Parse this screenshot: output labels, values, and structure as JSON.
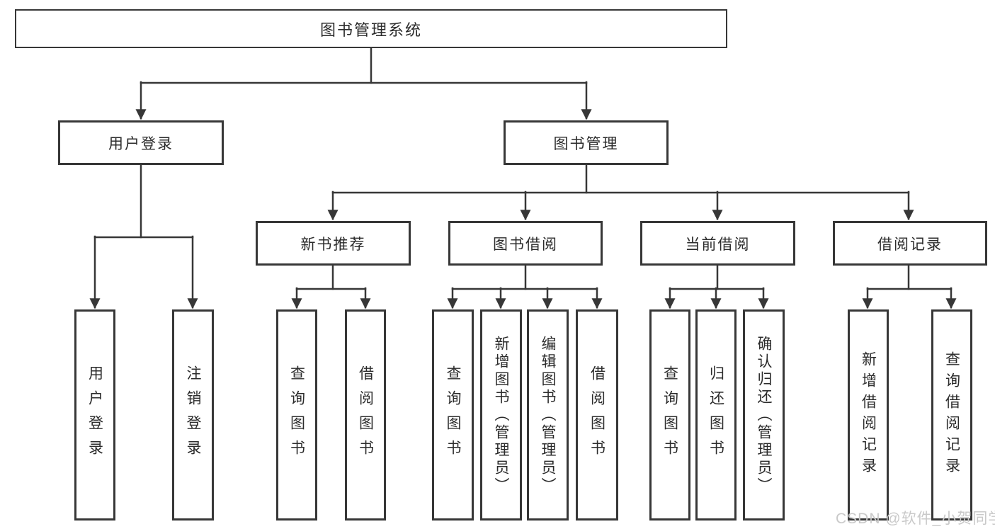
{
  "diagram": {
    "title": "图书管理系统",
    "type": "hierarchy-tree",
    "nodes": [
      {
        "id": "root",
        "label": "图书管理系统",
        "level": 1,
        "parent": null
      },
      {
        "id": "user-login",
        "label": "用户登录",
        "level": 2,
        "parent": "root"
      },
      {
        "id": "book-management",
        "label": "图书管理",
        "level": 2,
        "parent": "root"
      },
      {
        "id": "new-book-recommend",
        "label": "新书推荐",
        "level": 3,
        "parent": "book-management"
      },
      {
        "id": "book-borrow",
        "label": "图书借阅",
        "level": 3,
        "parent": "book-management"
      },
      {
        "id": "current-borrow",
        "label": "当前借阅",
        "level": 3,
        "parent": "book-management"
      },
      {
        "id": "borrow-records",
        "label": "借阅记录",
        "level": 3,
        "parent": "book-management"
      },
      {
        "id": "leaf-user-login",
        "label": "用户登录",
        "level": 4,
        "parent": "user-login"
      },
      {
        "id": "leaf-logout",
        "label": "注销登录",
        "level": 4,
        "parent": "user-login"
      },
      {
        "id": "leaf-query-books-1",
        "label": "查询图书",
        "level": 4,
        "parent": "new-book-recommend"
      },
      {
        "id": "leaf-borrow-books-1",
        "label": "借阅图书",
        "level": 4,
        "parent": "new-book-recommend"
      },
      {
        "id": "leaf-query-books-2",
        "label": "查询图书",
        "level": 4,
        "parent": "book-borrow"
      },
      {
        "id": "leaf-add-books-admin",
        "label": "新增图书（管理员）",
        "level": 4,
        "parent": "book-borrow"
      },
      {
        "id": "leaf-edit-books-admin",
        "label": "编辑图书（管理员）",
        "level": 4,
        "parent": "book-borrow"
      },
      {
        "id": "leaf-borrow-books-2",
        "label": "借阅图书",
        "level": 4,
        "parent": "book-borrow"
      },
      {
        "id": "leaf-query-books-3",
        "label": "查询图书",
        "level": 4,
        "parent": "current-borrow"
      },
      {
        "id": "leaf-return-books",
        "label": "归还图书",
        "level": 4,
        "parent": "current-borrow"
      },
      {
        "id": "leaf-confirm-return-admin",
        "label": "确认归还（管理员）",
        "level": 4,
        "parent": "current-borrow"
      },
      {
        "id": "leaf-add-borrow-record",
        "label": "新增借阅记录",
        "level": 4,
        "parent": "borrow-records"
      },
      {
        "id": "leaf-query-borrow-record",
        "label": "查询借阅记录",
        "level": 4,
        "parent": "borrow-records"
      }
    ]
  },
  "watermark": {
    "text": "CSDN @软件_小贺同学"
  },
  "colors": {
    "line": "#373737",
    "box_border": "#373737",
    "text": "#2b2b2b",
    "watermark": "#c9c9c9",
    "background": "#ffffff"
  }
}
